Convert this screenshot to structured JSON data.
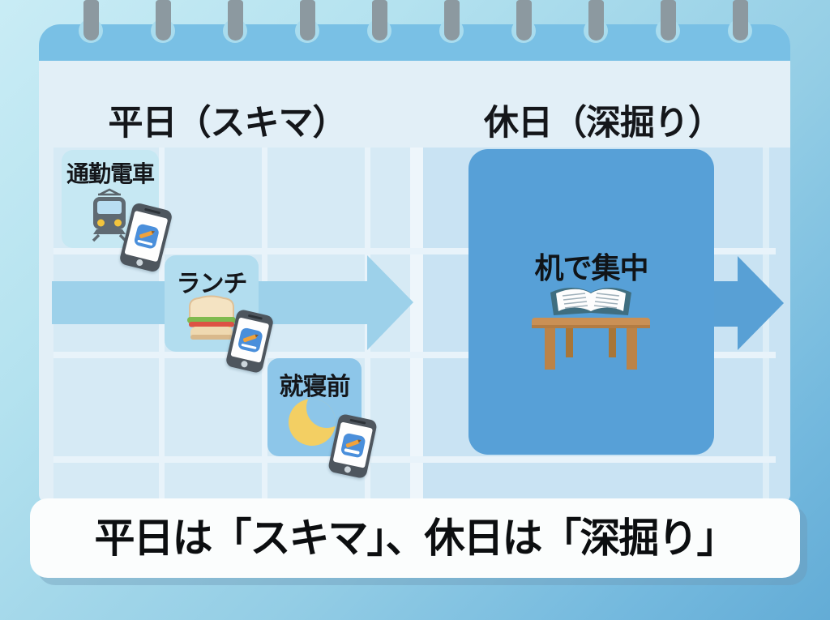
{
  "diagram": {
    "weekday": {
      "title": "平日（スキマ）",
      "cells": [
        {
          "label": "通勤電車",
          "icon": "train-icon"
        },
        {
          "label": "ランチ",
          "icon": "sandwich-icon"
        },
        {
          "label": "就寝前",
          "icon": "crescent-moon-icon"
        }
      ],
      "companion_icon": "study-app-phone-icon"
    },
    "weekend": {
      "title": "休日（深掘り）",
      "focus": {
        "label": "机で集中",
        "icon": "desk-with-open-book-icon"
      }
    }
  },
  "banner": {
    "text": "平日は「スキマ」、休日は「深掘り」"
  },
  "colors": {
    "header_band": "#79c0e5",
    "page_body": "#e2eff7",
    "cell_commute": "#c6e8f3",
    "cell_lunch": "#b2ddef",
    "cell_bedtime": "#8dc6e9",
    "focus_box": "#57a0d7",
    "weekday_arrow": "#9dd1ea",
    "weekend_arrow": "#58a0d5",
    "banner_bg": "#fbfdfd",
    "peg_gray": "#8c99a0"
  }
}
